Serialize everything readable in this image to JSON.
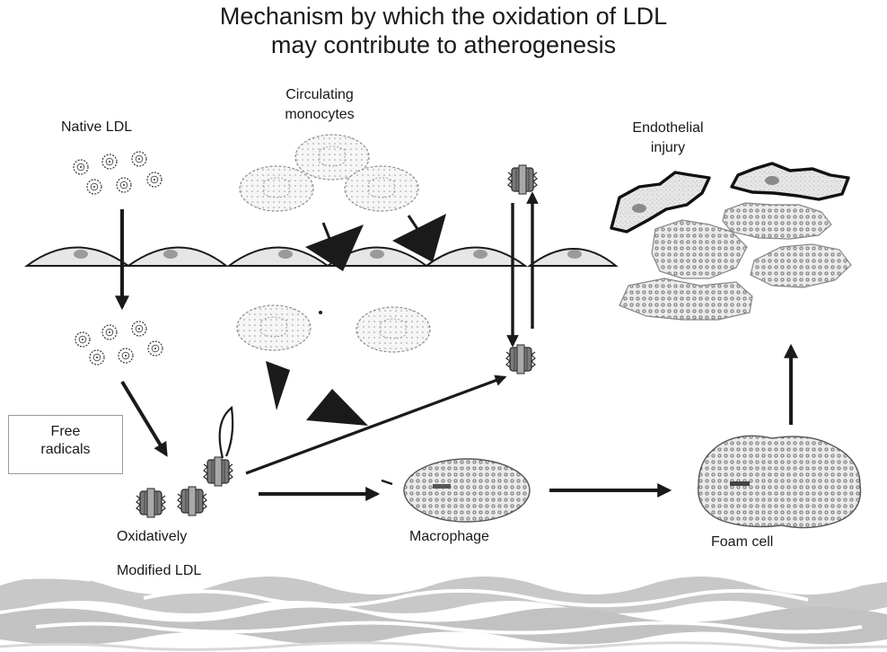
{
  "title": {
    "line1": "Mechanism by which the oxidation of LDL",
    "line2": "may contribute to atherogenesis"
  },
  "labels": {
    "native_ldl": "Native LDL",
    "circulating_monocytes_1": "Circulating",
    "circulating_monocytes_2": "monocytes",
    "endothelial_injury_1": "Endothelial",
    "endothelial_injury_2": "injury",
    "free_radicals_1": "Free",
    "free_radicals_2": "radicals",
    "oxidatively_modified_1": "Oxidatively",
    "oxidatively_modified_2": "Modified LDL",
    "macrophage": "Macrophage",
    "foam_cell": "Foam cell"
  },
  "colors": {
    "ink": "#1a1a1a",
    "cell_fill": "#e4e4e4",
    "cell_stroke": "#bdbdbd",
    "muscle_fill": "#c9c9c9",
    "muscle_highlight": "#f2f2f2",
    "box_border": "#9a9a9a",
    "ldl_ox_band": "#8c8c8c"
  }
}
